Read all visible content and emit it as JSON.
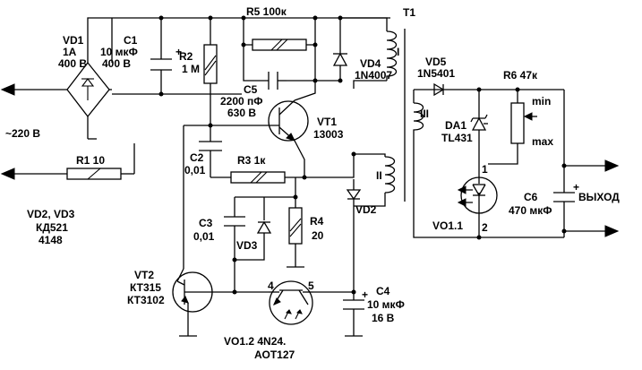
{
  "colors": {
    "ink": "#000000",
    "background": "#ffffff"
  },
  "labels": {
    "vd1_ref": "VD1",
    "vd1_current": "1A",
    "vd1_voltage": "400 В",
    "c1_ref": "C1",
    "c1_value": "10 мкФ",
    "c1_voltage": "400 В",
    "r2_ref": "R2",
    "r2_value": "1 М",
    "r5_label": "R5 100к",
    "t1_ref": "T1",
    "winding_1": "I",
    "winding_2": "II",
    "winding_3": "III",
    "vd4_ref": "VD4",
    "vd4_part": "1N4007",
    "c5_ref": "C5",
    "c5_value": "2200 пФ",
    "c5_voltage": "630 В",
    "vt1_ref": "VT1",
    "vt1_part": "13003",
    "vd5_ref": "VD5",
    "vd5_part": "1N5401",
    "r6_label": "R6 47к",
    "r6_min": "min",
    "r6_max": "max",
    "da1_ref": "DA1",
    "da1_part": "TL431",
    "mains": "~220 В",
    "r1_label": "R1 10",
    "c2_ref": "C2",
    "c2_value": "0,01",
    "r3_label": "R3 1к",
    "pin_1": "1",
    "pin_2": "2",
    "pin_4": "4",
    "pin_5": "5",
    "c6_ref": "C6",
    "c6_value": "470 мкФ",
    "output": "ВЫХОД",
    "vd2_vd3_ref": "VD2, VD3",
    "vd2_vd3_part1": "КД521",
    "vd2_vd3_part2": "4148",
    "c3_ref": "C3",
    "c3_value": "0,01",
    "vd3_ref": "VD3",
    "r4_ref": "R4",
    "r4_value": "20",
    "vd2_ref": "VD2",
    "vo11_ref": "VO1.1",
    "vt2_ref": "VT2",
    "vt2_part1": "КТ315",
    "vt2_part2": "КТ3102",
    "c4_ref": "C4",
    "c4_value": "10 мкФ",
    "c4_voltage": "16 В",
    "vo12_label": "VO1.2 4N24.",
    "vo12_alt": "АОТ127",
    "plus": "+"
  }
}
